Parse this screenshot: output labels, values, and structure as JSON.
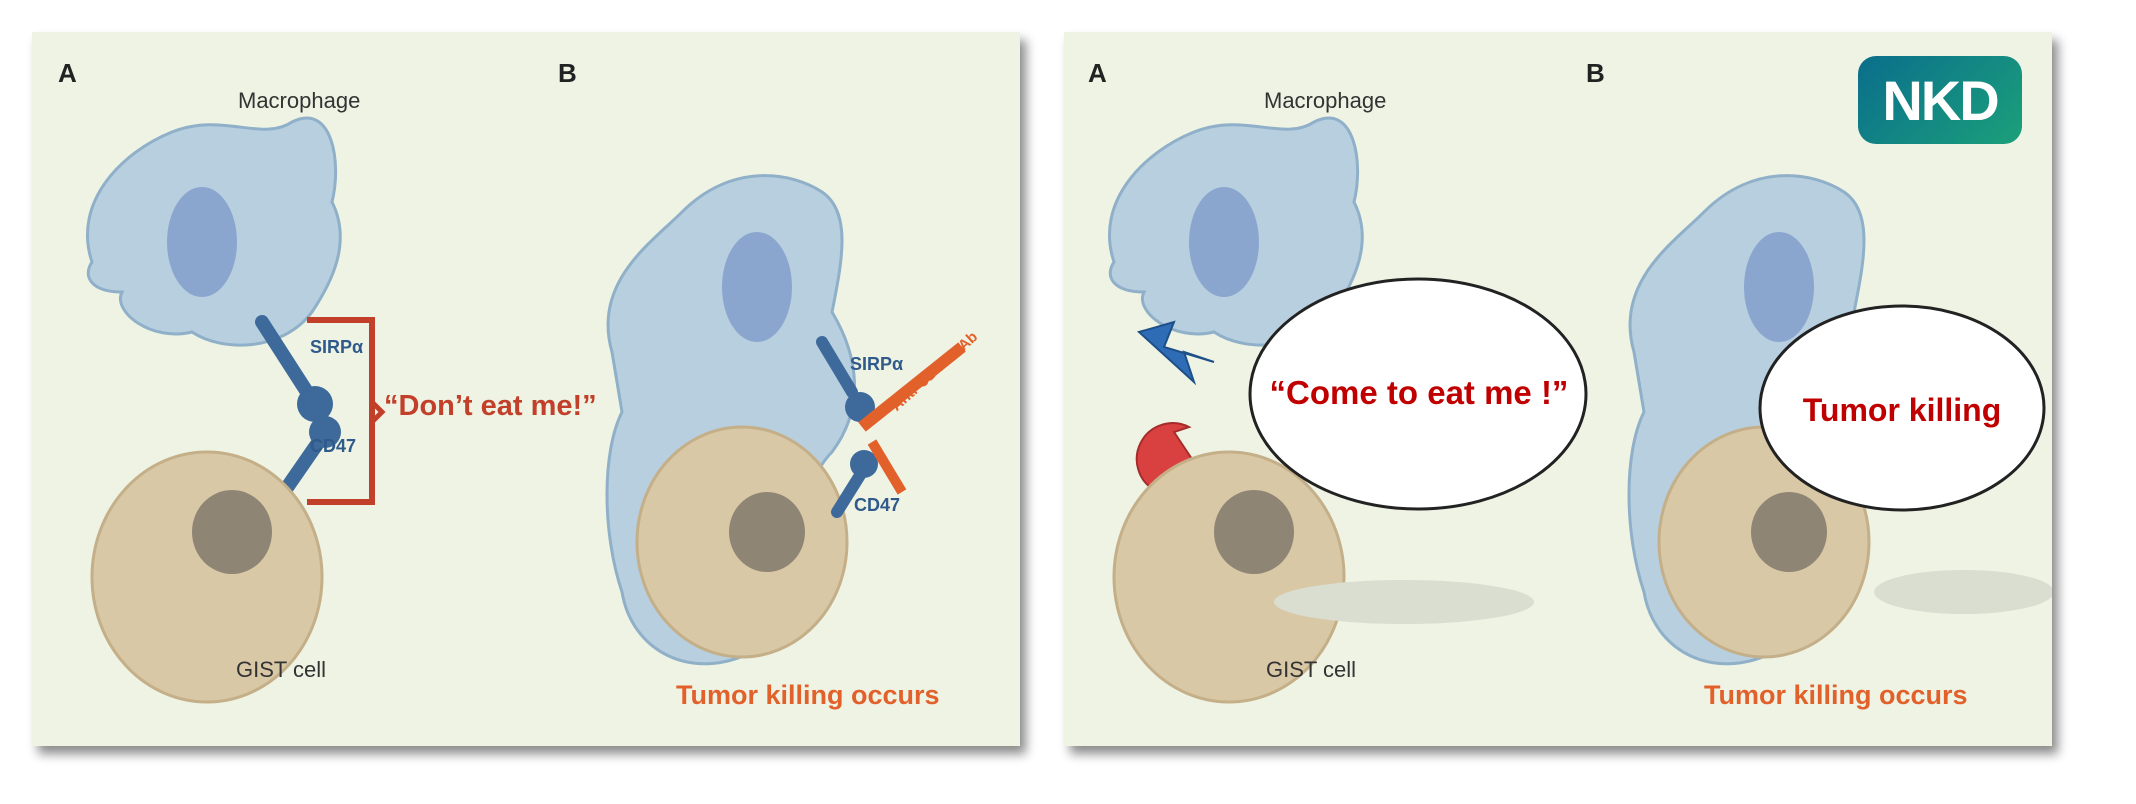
{
  "left_panel": {
    "label_a": "A",
    "label_b": "B",
    "macrophage": "Macrophage",
    "sirpa_a": "SIRPα",
    "cd47_a": "CD47",
    "dont_eat": "“Don’t eat me!”",
    "gist_cell": "GIST cell",
    "sirpa_b": "SIRPα",
    "cd47_b": "CD47",
    "anti_cd47": "Anti-CD47 mAb",
    "tumor_killing_occurs": "Tumor killing occurs"
  },
  "right_panel": {
    "label_a": "A",
    "label_b": "B",
    "macrophage": "Macrophage",
    "gist_cell": "GIST cell",
    "tumor_killing_occurs": "Tumor killing occurs",
    "bubble_1": "“Come to eat me !”",
    "bubble_2": "Tumor killing"
  },
  "logo": {
    "text": "NKD"
  },
  "colors": {
    "panel_bg": "#eef3e4",
    "macrophage": "#b8cfdf",
    "tumor_cell": "#d9c8a6",
    "receptor": "#3d6a9a",
    "accent_orange": "#e2612b",
    "bubble_text": "#c00000"
  }
}
